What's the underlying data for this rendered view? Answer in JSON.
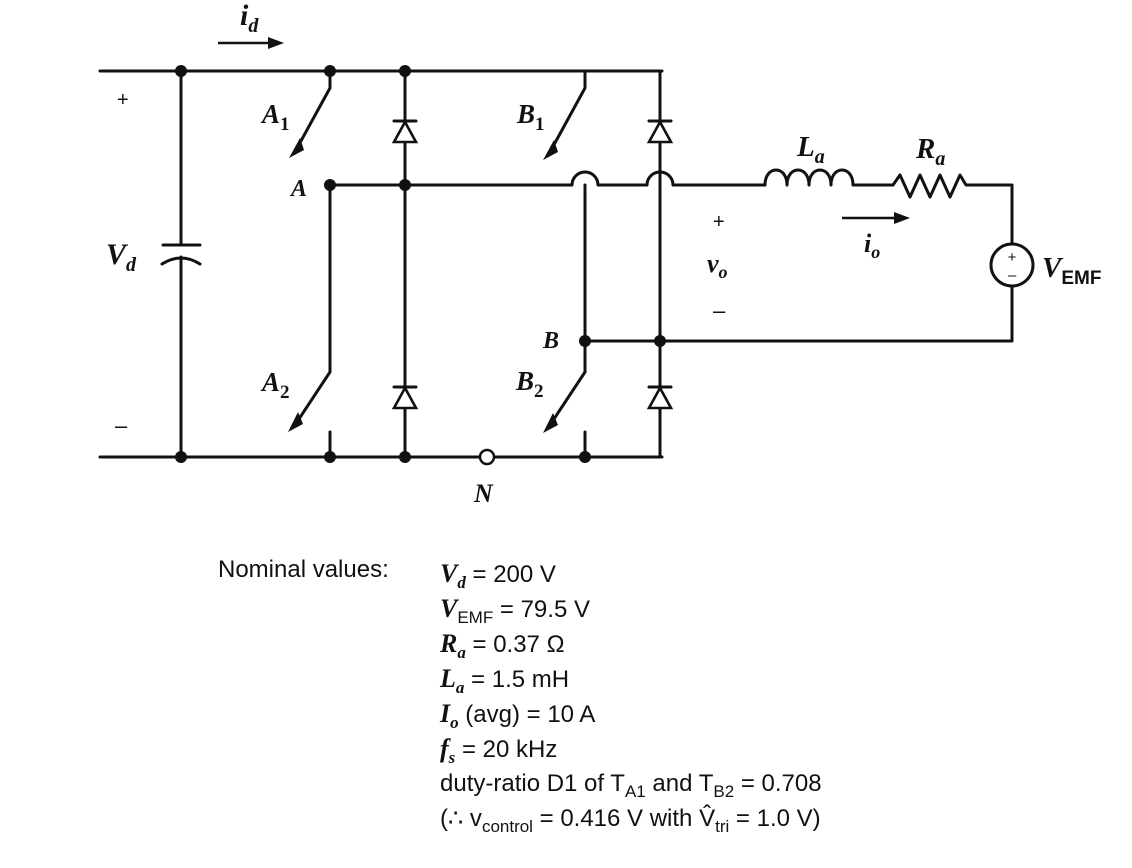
{
  "circuit": {
    "current_id": "i",
    "current_id_sub": "d",
    "vd": "V",
    "vd_sub": "d",
    "plus": "+",
    "minus": "–",
    "a1": "A",
    "a1_sub": "1",
    "a2": "A",
    "a2_sub": "2",
    "b1": "B",
    "b1_sub": "1",
    "b2": "B",
    "b2_sub": "2",
    "node_a": "A",
    "node_b": "B",
    "node_n": "N",
    "la": "L",
    "la_sub": "a",
    "ra": "R",
    "ra_sub": "a",
    "vo": "v",
    "vo_sub": "o",
    "io": "i",
    "io_sub": "o",
    "vemf": "V",
    "vemf_sub": "EMF"
  },
  "nominal": {
    "heading": "Nominal values:",
    "vd_sym": "V",
    "vd_sub": "d",
    "vd_val": " = 200 V",
    "vemf_sym": "V",
    "vemf_sub": "EMF",
    "vemf_val": " = 79.5 V",
    "ra_sym": "R",
    "ra_sub": "a",
    "ra_val": " = 0.37 Ω",
    "la_sym": "L",
    "la_sub": "a",
    "la_val": " = 1.5 mH",
    "io_sym": "I",
    "io_sub": "o",
    "io_val": " (avg) = 10 A",
    "fs_sym": "f",
    "fs_sub": "s",
    "fs_val": " = 20 kHz",
    "duty_pre": "duty-ratio D1 of T",
    "duty_sub1": "A1",
    "duty_mid": " and T",
    "duty_sub2": "B2",
    "duty_val": " = 0.708",
    "ctrl_pre": "(∴ v",
    "ctrl_sub": "control",
    "ctrl_mid": " = 0.416 V with ",
    "ctrl_hat": "V̂",
    "ctrl_sub2": "tri",
    "ctrl_val": " = 1.0 V)"
  }
}
